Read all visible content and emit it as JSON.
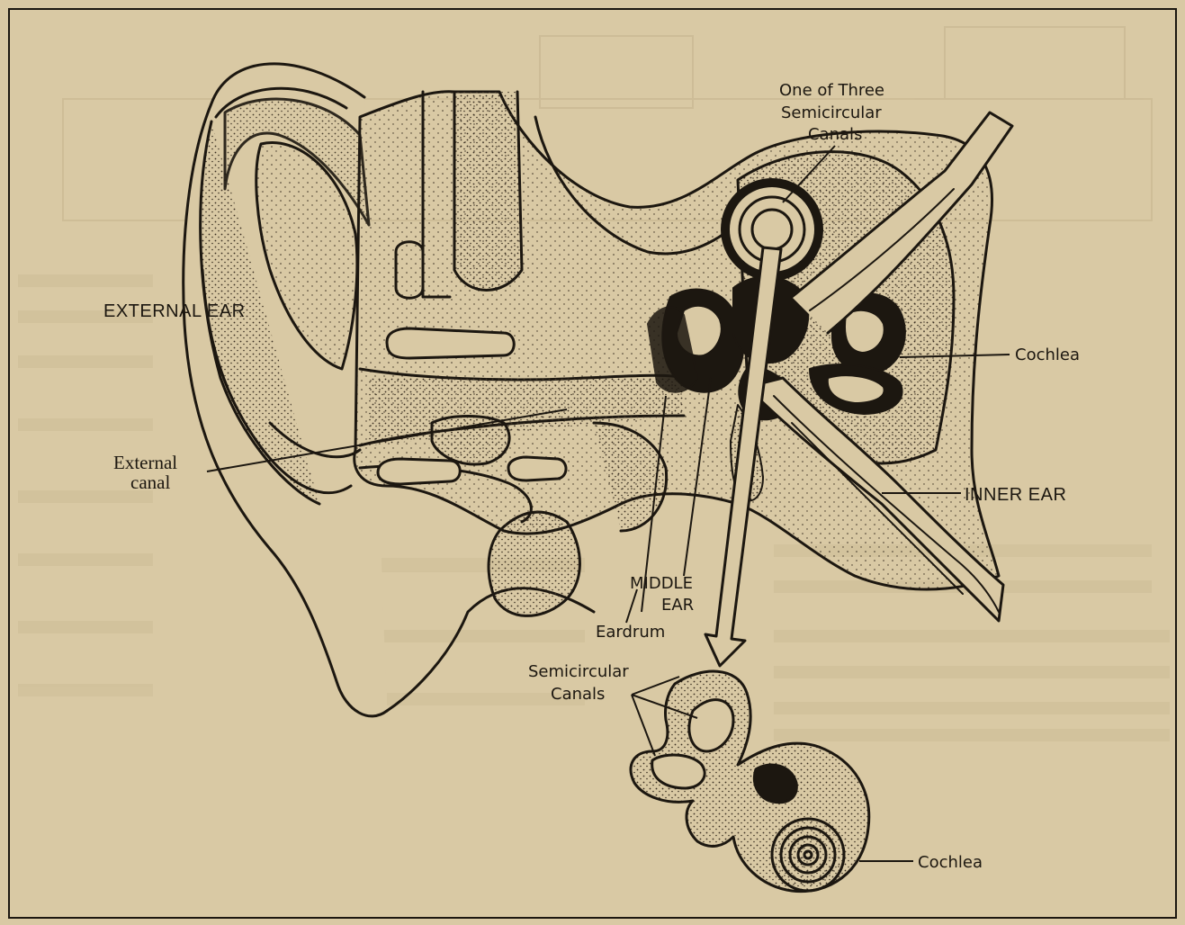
{
  "labels": {
    "external_ear": "EXTERNAL EAR",
    "external_canal_1": "External",
    "external_canal_2": "canal",
    "semicircular_top_1": "One of Three",
    "semicircular_top_2": "Semicircular",
    "semicircular_top_3": "Canals",
    "cochlea_top": "Cochlea",
    "inner_ear": "INNER EAR",
    "middle_ear_1": "MIDDLE",
    "middle_ear_2": "EAR",
    "eardrum": "Eardrum",
    "semicircular_bottom_1": "Semicircular",
    "semicircular_bottom_2": "Canals",
    "cochlea_bottom": "Cochlea"
  },
  "colors": {
    "paper": "#d9c9a4",
    "ink": "#1c1710",
    "stipple": "#3a2f22",
    "bleed_through": "#c7b792"
  }
}
